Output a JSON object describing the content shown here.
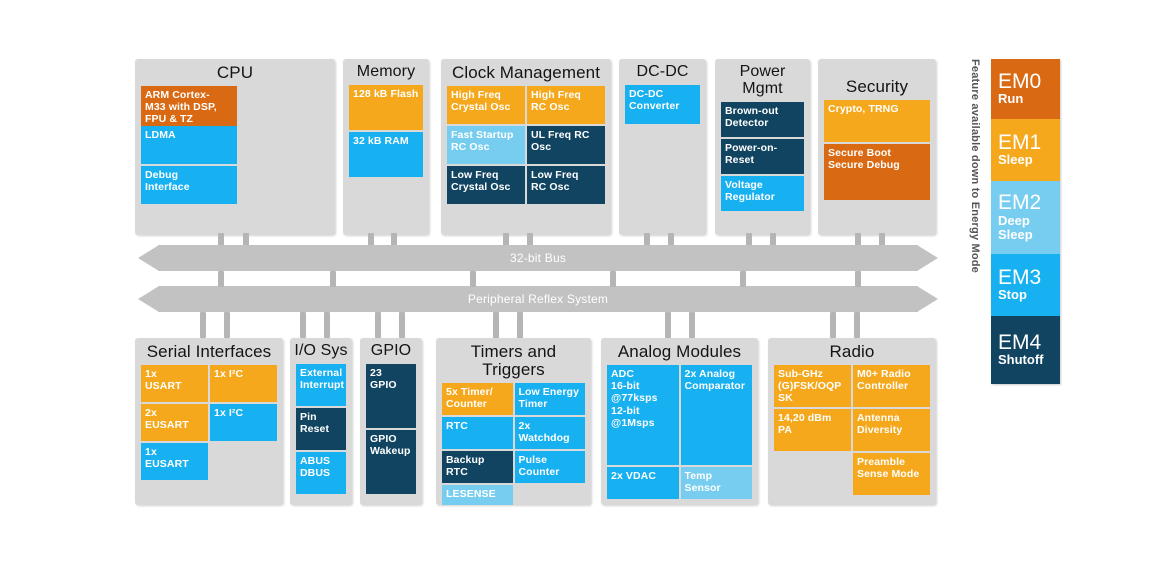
{
  "diagram": {
    "title": "MCU block diagram",
    "bus_labels": {
      "main_bus": "32-bit Bus",
      "reflex_bus": "Peripheral Reflex System"
    },
    "colors": {
      "em0": "#d96a13",
      "em1": "#f5a81c",
      "em2": "#77cdf0",
      "em3": "#17b0f0",
      "em4": "#114461",
      "card": "#d9d9d9",
      "bus": "#c2c2c2"
    }
  },
  "top_row": [
    {
      "title": "CPU",
      "cells": [
        {
          "label": "ARM Cortex-\nM33 with DSP,\nFPU & TZ",
          "em": "em0"
        },
        {
          "label": "LDMA",
          "em": "em3"
        },
        {
          "label": "Debug\nInterface",
          "em": "em3"
        }
      ]
    },
    {
      "title": "Memory",
      "cells": [
        {
          "label": "128 kB Flash",
          "em": "em1"
        },
        {
          "label": "32 kB RAM",
          "em": "em3"
        }
      ]
    },
    {
      "title": "Clock Management",
      "cells": [
        {
          "label": "High Freq\nCrystal Osc",
          "em": "em1"
        },
        {
          "label": "High Freq\nRC Osc",
          "em": "em1"
        },
        {
          "label": "Fast Startup\nRC Osc",
          "em": "em2"
        },
        {
          "label": "UL Freq RC\nOsc",
          "em": "em4"
        },
        {
          "label": "Low Freq\nCrystal Osc",
          "em": "em4"
        },
        {
          "label": "Low Freq\nRC Osc",
          "em": "em4"
        }
      ]
    },
    {
      "title": "DC-DC",
      "cells": [
        {
          "label": "DC-DC\nConverter",
          "em": "em3"
        }
      ]
    },
    {
      "title": "Power\nMgmt",
      "cells": [
        {
          "label": "Brown-out\nDetector",
          "em": "em4"
        },
        {
          "label": "Power-on-\nReset",
          "em": "em4"
        },
        {
          "label": "Voltage\nRegulator",
          "em": "em3"
        }
      ]
    },
    {
      "title": "Security",
      "cells": [
        {
          "label": "Crypto, TRNG",
          "em": "em1"
        },
        {
          "label": "Secure Boot\nSecure Debug",
          "em": "em0"
        }
      ]
    }
  ],
  "bottom_row": [
    {
      "title": "Serial Interfaces",
      "cells": [
        {
          "label": "1x\nUSART",
          "em": "em1"
        },
        {
          "label": "1x I²C",
          "em": "em1"
        },
        {
          "label": "2x\nEUSART",
          "em": "em1"
        },
        {
          "label": "1x I²C",
          "em": "em3"
        },
        {
          "label": "1x\nEUSART",
          "em": "em3"
        },
        {
          "label": "",
          "em": "blank"
        }
      ]
    },
    {
      "title": "I/O Sys",
      "cells": [
        {
          "label": "External\nInterrupt",
          "em": "em3"
        },
        {
          "label": "Pin Reset",
          "em": "em4"
        },
        {
          "label": "ABUS\nDBUS",
          "em": "em3"
        }
      ]
    },
    {
      "title": "GPIO",
      "cells": [
        {
          "label": "23\nGPIO",
          "em": "em4"
        },
        {
          "label": "GPIO\nWakeup",
          "em": "em4"
        }
      ]
    },
    {
      "title": "Timers and Triggers",
      "cells": [
        {
          "label": "5x Timer/\nCounter",
          "em": "em1"
        },
        {
          "label": "Low Energy\nTimer",
          "em": "em3"
        },
        {
          "label": "RTC",
          "em": "em3"
        },
        {
          "label": "2x\nWatchdog",
          "em": "em3"
        },
        {
          "label": "Backup RTC",
          "em": "em4"
        },
        {
          "label": "Pulse\nCounter",
          "em": "em3"
        },
        {
          "label": "LESENSE",
          "em": "em2"
        },
        {
          "label": "",
          "em": "blank"
        }
      ]
    },
    {
      "title": "Analog Modules",
      "cells": [
        {
          "label": "ADC\n16-bit\n@77ksps\n12-bit\n@1Msps",
          "em": "em3"
        },
        {
          "label": "2x Analog\nComparator",
          "em": "em3"
        },
        {
          "label": "2x VDAC",
          "em": "em3"
        },
        {
          "label": "Temp\nSensor",
          "em": "em2"
        }
      ]
    },
    {
      "title": "Radio",
      "cells": [
        {
          "label": "Sub-GHz\n(G)FSK/OQP\nSK",
          "em": "em1"
        },
        {
          "label": "M0+ Radio\nController",
          "em": "em1"
        },
        {
          "label": "14,20 dBm\nPA",
          "em": "em1"
        },
        {
          "label": "Antenna\nDiversity",
          "em": "em1"
        },
        {
          "label": "",
          "em": "blank"
        },
        {
          "label": "Preamble\nSense Mode",
          "em": "em1"
        }
      ]
    }
  ],
  "energy_modes": {
    "vertical_label": "Feature available down to Energy Mode",
    "items": [
      {
        "name": "EM0",
        "sub": "Run",
        "em": "em0"
      },
      {
        "name": "EM1",
        "sub": "Sleep",
        "em": "em1"
      },
      {
        "name": "EM2",
        "sub": "Deep\nSleep",
        "em": "em2"
      },
      {
        "name": "EM3",
        "sub": "Stop",
        "em": "em3"
      },
      {
        "name": "EM4",
        "sub": "Shutoff",
        "em": "em4"
      }
    ]
  }
}
